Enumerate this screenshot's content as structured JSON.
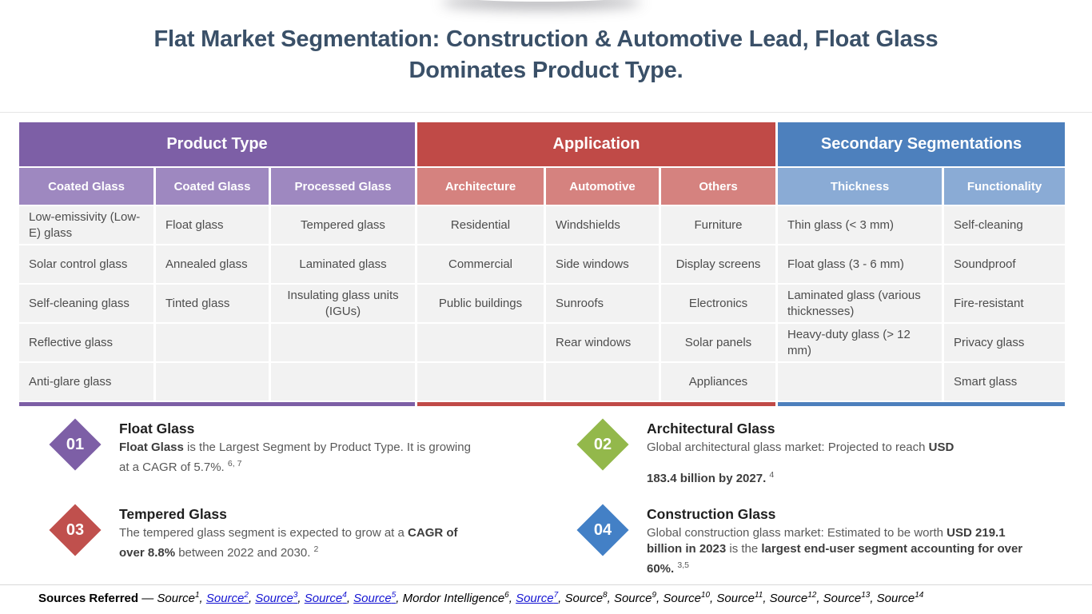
{
  "slide": {
    "title_lines": [
      "Flat Market Segmentation: Construction & Automotive Lead, Float Glass",
      "Dominates Product Type."
    ]
  },
  "table": {
    "groups": [
      {
        "label": "Product Type",
        "header_color": "#7d5fa6",
        "subheader_color": "#9e88c0",
        "columns": [
          {
            "header": "Coated Glass",
            "align": "left",
            "cells": [
              "Low-emissivity (Low-E) glass",
              "Solar control glass",
              "Self-cleaning glass",
              "Reflective glass",
              "Anti-glare glass"
            ]
          },
          {
            "header": "Coated Glass",
            "align": "left",
            "cells": [
              "Float glass",
              "Annealed glass",
              "Tinted glass",
              "",
              ""
            ]
          },
          {
            "header": "Processed Glass",
            "align": "center",
            "cells": [
              "Tempered glass",
              "Laminated glass",
              "Insulating glass units (IGUs)",
              "",
              ""
            ]
          }
        ]
      },
      {
        "label": "Application",
        "header_color": "#c04a47",
        "subheader_color": "#d5827f",
        "columns": [
          {
            "header": "Architecture",
            "align": "center",
            "cells": [
              "Residential",
              "Commercial",
              "Public buildings",
              "",
              ""
            ]
          },
          {
            "header": "Automotive",
            "align": "left",
            "cells": [
              "Windshields",
              "Side windows",
              "Sunroofs",
              "Rear windows",
              ""
            ]
          },
          {
            "header": "Others",
            "align": "center",
            "cells": [
              "Furniture",
              "Display screens",
              "Electronics",
              "Solar panels",
              "Appliances"
            ]
          }
        ]
      },
      {
        "label": "Secondary Segmentations",
        "header_color": "#4d80bd",
        "subheader_color": "#8aabd5",
        "columns": [
          {
            "header": "Thickness",
            "align": "left",
            "cells": [
              "Thin glass (< 3 mm)",
              "Float glass (3 - 6 mm)",
              "Laminated glass (various thicknesses)",
              "Heavy-duty glass (> 12 mm)",
              ""
            ]
          },
          {
            "header": "Functionality",
            "align": "left",
            "cells": [
              "Self-cleaning",
              "Soundproof",
              "Fire-resistant",
              "Privacy glass",
              "Smart glass"
            ]
          }
        ]
      }
    ]
  },
  "callouts": [
    {
      "number": "01",
      "color": "#7d5fa6",
      "title": "Float Glass",
      "body": [
        [
          {
            "t": "Float Glass ",
            "b": true
          },
          {
            "t": "is the Largest Segment by Product Type. It is growing at a CAGR of 5.7%. "
          },
          {
            "t": "6, 7",
            "sup": true
          }
        ]
      ]
    },
    {
      "number": "02",
      "color": "#93b84b",
      "title": "Architectural Glass",
      "body": [
        [
          {
            "t": "Global architectural glass market: Projected to reach "
          },
          {
            "t": "USD",
            "b": true
          }
        ],
        [
          {
            "t": "183.4 billion by 2027.",
            "b": true
          },
          {
            "t": " "
          },
          {
            "t": "4",
            "sup": true
          }
        ]
      ]
    },
    {
      "number": "03",
      "color": "#c0504d",
      "title": "Tempered Glass",
      "body": [
        [
          {
            "t": "The tempered glass segment is expected to grow at a "
          },
          {
            "t": "CAGR of over 8.8%",
            "b": true
          },
          {
            "t": " between 2022 and 2030. "
          },
          {
            "t": "2",
            "sup": true
          }
        ]
      ]
    },
    {
      "number": "04",
      "color": "#4380c6",
      "title": "Construction Glass",
      "body": [
        [
          {
            "t": "Global construction glass market: Estimated to be worth "
          },
          {
            "t": "USD 219.1 billion in 2023",
            "b": true
          },
          {
            "t": " is the "
          },
          {
            "t": "largest end-user segment accounting for over 60%.",
            "b": true
          },
          {
            "t": " "
          },
          {
            "t": "3,5",
            "sup": true
          }
        ]
      ]
    }
  ],
  "sources": {
    "prefix": "Sources Referred",
    "dash": "—",
    "link_color": "#1414d2",
    "items": [
      {
        "label": "Source",
        "sup": "1",
        "link": false
      },
      {
        "label": "Source",
        "sup": "2",
        "link": true
      },
      {
        "label": "Source",
        "sup": "3",
        "link": true
      },
      {
        "label": "Source",
        "sup": "4",
        "link": true
      },
      {
        "label": "Source",
        "sup": "5",
        "link": true
      },
      {
        "label": "Mordor Intelligence",
        "sup": "6",
        "link": false
      },
      {
        "label": "Source",
        "sup": "7",
        "link": true
      },
      {
        "label": "Source",
        "sup": "8",
        "link": false
      },
      {
        "label": "Source",
        "sup": "9",
        "link": false
      },
      {
        "label": "Source",
        "sup": "10",
        "link": false
      },
      {
        "label": "Source",
        "sup": "11",
        "link": false
      },
      {
        "label": "Source",
        "sup": "12",
        "link": false
      },
      {
        "label": "Source",
        "sup": "13",
        "link": false
      },
      {
        "label": "Source",
        "sup": "14",
        "link": false
      }
    ]
  }
}
